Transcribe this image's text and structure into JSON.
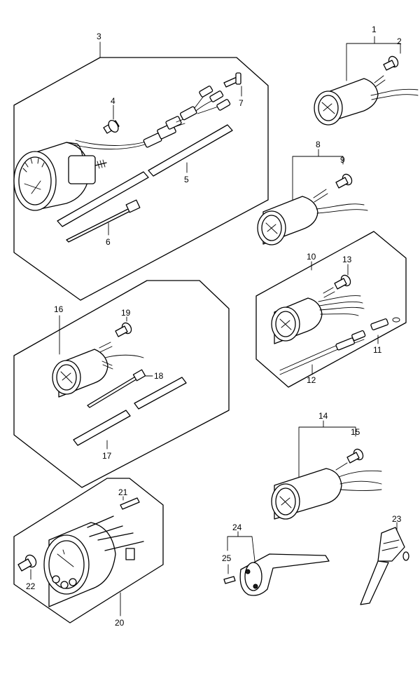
{
  "diagram": {
    "callouts": [
      "1",
      "2",
      "3",
      "4",
      "5",
      "6",
      "7",
      "8",
      "9",
      "10",
      "11",
      "12",
      "13",
      "14",
      "15",
      "16",
      "17",
      "18",
      "19",
      "20",
      "21",
      "22",
      "23",
      "24",
      "25"
    ]
  },
  "colors": {
    "line": "#000000",
    "background": "#ffffff"
  }
}
